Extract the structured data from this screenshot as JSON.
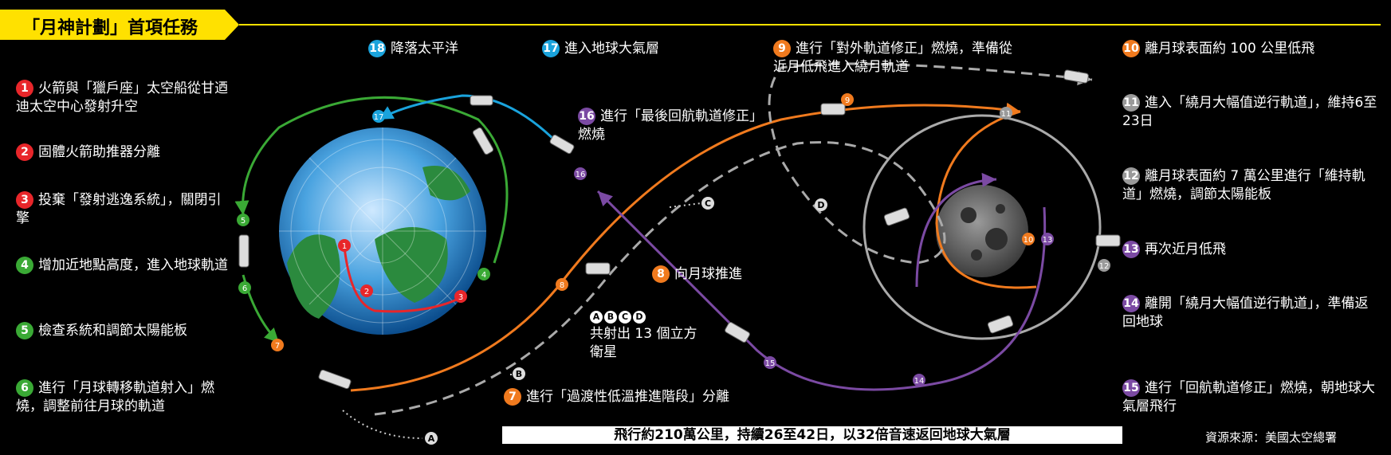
{
  "title": "「月神計劃」首項任務",
  "steps": {
    "s1": {
      "num": "1",
      "text": "火箭與「獵戶座」太空船從甘迺迪太空中心發射升空"
    },
    "s2": {
      "num": "2",
      "text": "固體火箭助推器分離"
    },
    "s3": {
      "num": "3",
      "text": "投棄「發射逃逸系統」，關閉引擎"
    },
    "s4": {
      "num": "4",
      "text": "增加近地點高度，進入地球軌道"
    },
    "s5": {
      "num": "5",
      "text": "檢查系統和調節太陽能板"
    },
    "s6": {
      "num": "6",
      "text": "進行「月球轉移軌道射入」燃燒，調整前往月球的軌道"
    },
    "s7": {
      "num": "7",
      "text": "進行「過渡性低溫推進階段」分離"
    },
    "s8": {
      "num": "8",
      "text": "向月球推進"
    },
    "s9": {
      "num": "9",
      "text": "進行「對外軌道修正」燃燒，準備從近月低飛進入繞月軌道"
    },
    "s10": {
      "num": "10",
      "text": "離月球表面約 100 公里低飛"
    },
    "s11": {
      "num": "11",
      "text": "進入「繞月大幅值逆行軌道」，維持6至23日"
    },
    "s12": {
      "num": "12",
      "text": "離月球表面約 7 萬公里進行「維持軌道」燃燒，調節太陽能板"
    },
    "s13": {
      "num": "13",
      "text": "再次近月低飛"
    },
    "s14": {
      "num": "14",
      "text": "離開「繞月大幅值逆行軌道」，準備返回地球"
    },
    "s15": {
      "num": "15",
      "text": "進行「回航軌道修正」燃燒，朝地球大氣層飛行"
    },
    "s16": {
      "num": "16",
      "text": "進行「最後回航軌道修正」燃燒"
    },
    "s17": {
      "num": "17",
      "text": "進入地球大氣層"
    },
    "s18": {
      "num": "18",
      "text": "降落太平洋"
    }
  },
  "cubesats": {
    "labels": [
      "A",
      "B",
      "C",
      "D"
    ],
    "text": "共射出 13 個立方衛星"
  },
  "footer": "飛行約210萬公里，持續26至42日，以32倍音速返回地球大氣層",
  "source": "資源來源：美國太空總署",
  "colors": {
    "title_bg": "#ffe100",
    "launch": "#e8262a",
    "earth_orbit": "#3aa935",
    "reentry": "#1aa3dc",
    "outbound": "#f07a1e",
    "lunar_orbit": "#9a9a9a",
    "return": "#7b4aa3",
    "cubesat_path": "#aaaaaa"
  }
}
